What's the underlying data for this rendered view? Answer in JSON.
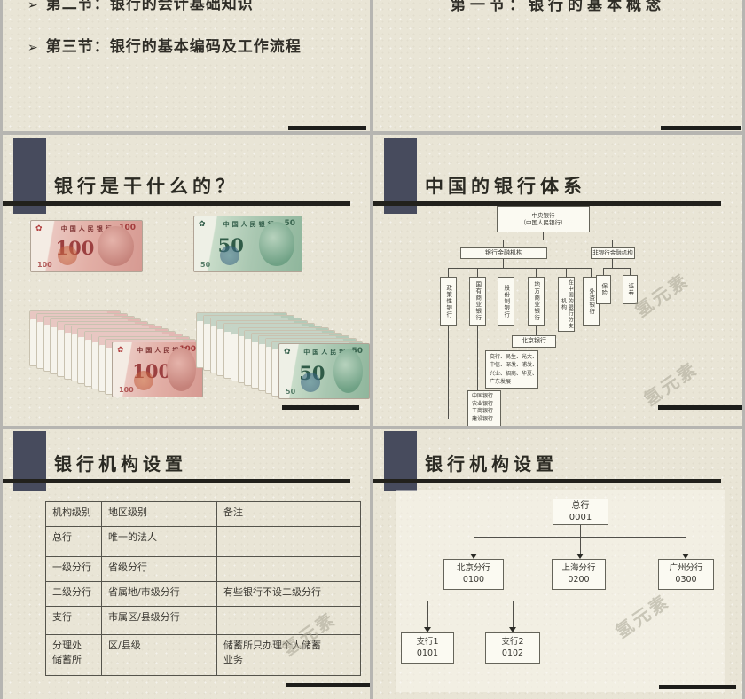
{
  "watermark": "氢元素",
  "slides": {
    "top_left": {
      "bullet": "➢",
      "lines": [
        "第二节：银行的会计基础知识",
        "第三节：银行的基本编码及工作流程"
      ]
    },
    "top_right": {
      "title": "第一节：银行的基本概念"
    },
    "mid_left": {
      "title": "银行是干什么的？",
      "notes": {
        "bank_name": "中国人民银行",
        "red_value": "100",
        "green_value": "50"
      }
    },
    "mid_right": {
      "title": "中国的银行体系",
      "chart": {
        "root": "中央银行\n（中国人民银行）",
        "bank_branch": "银行金融机构",
        "nonbank_branch": "非银行金融机构",
        "bank_types": [
          "政策性银行",
          "国有商业银行",
          "股份制银行",
          "地方商业银行",
          "在中国的银行分支机构",
          "外资银行"
        ],
        "nonbank_types": [
          "保险",
          "证券"
        ],
        "local_example": "北京银行",
        "joint_stock_list": "交行、民生、光大、\n中信、深发、浦发、\n兴业、招商、华夏、\n广东发展",
        "state_owned_list": "中国银行\n农业银行\n工商银行\n建设银行"
      }
    },
    "bottom_left": {
      "title": "银行机构设置",
      "table": {
        "headers": [
          "机构级别",
          "地区级别",
          "备注"
        ],
        "rows": [
          [
            "总行",
            "唯一的法人",
            ""
          ],
          [
            "一级分行",
            "省级分行",
            ""
          ],
          [
            "二级分行",
            "省属地/市级分行",
            "有些银行不设二级分行"
          ],
          [
            "支行",
            "市属区/县级分行",
            ""
          ],
          [
            "分理处\n储蓄所",
            "区/县级",
            "储蓄所只办理个人储蓄\n业务"
          ]
        ]
      }
    },
    "bottom_right": {
      "title": "银行机构设置",
      "chart": {
        "root": {
          "name": "总行",
          "code": "0001"
        },
        "branches": [
          {
            "name": "北京分行",
            "code": "0100"
          },
          {
            "name": "上海分行",
            "code": "0200"
          },
          {
            "name": "广州分行",
            "code": "0300"
          }
        ],
        "sub_branches": [
          {
            "name": "支行1",
            "code": "0101"
          },
          {
            "name": "支行2",
            "code": "0102"
          }
        ]
      }
    }
  }
}
